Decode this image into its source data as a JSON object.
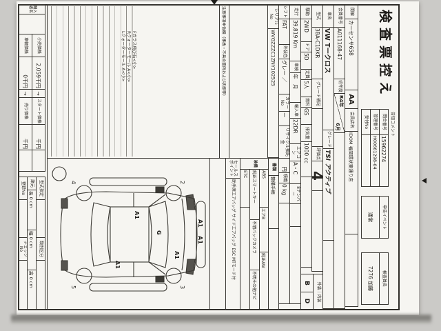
{
  "header": {
    "title": "検査票控え",
    "notice_label": "告知コメント",
    "inquiry_label": "問合番号",
    "inquiry_no": "15962274",
    "control_label": "管理番号",
    "control_no": "H00661298-04",
    "reception_label": "受付No",
    "reception_no": "",
    "event_label": "申告イベント",
    "event_value": "通常",
    "inspector_label": "検査員名",
    "inspector_value": "7276 加藤",
    "session_label": "開催",
    "session_value": "カーセンサ658",
    "aa": "AA",
    "member_store_label": "会員店名",
    "member_store": "IDOM 福岡環状東通り店"
  },
  "vehicle": {
    "member_no_label": "会員番号",
    "member_no": "A011168-47",
    "first_year_label": "初年度",
    "first_year_top": "R4年",
    "first_year_bottom": "6月",
    "name_label": "車名",
    "name": "VW Tークロス",
    "grade_label": "グレード",
    "grade": "TSI アクティブ",
    "model_label": "型式",
    "model": "3BA-C1DKR",
    "grade_note_label": "グレード補記",
    "grade_note": "",
    "score_label": "評価点",
    "score": "4",
    "ext_int_label": "外装｜内装",
    "exterior": "B",
    "interior": "D",
    "drive_label": "駆動",
    "drive": "2WD",
    "door_label": "ドア",
    "door": "5D",
    "capacity_label": "定員",
    "capacity": "5人",
    "fuel_label": "燃料",
    "fuel": "GS",
    "displacement_label": "排気量",
    "displacement": "1000 cc",
    "mileage_label": "走行",
    "mileage": "39,819 Km",
    "shaken_label": "車検",
    "shaken": "年　月",
    "import_label": "輸入車",
    "import_value": "22DR",
    "aircon_label": "エアコン",
    "aircon": "A・C",
    "number8_label": "8ナンバー",
    "number8": "",
    "shift_label": "シフト",
    "shift": "FAT",
    "color_label": "外装色",
    "color": "グレー ／",
    "colorno_label": "カラーNo",
    "colorno": "ー",
    "recycle_label": "リサイクル預託金",
    "recycle": "円",
    "load_label": "積載",
    "load": "0 kg",
    "serial_label": "シリアルNo",
    "serial": "WVGZZZC1ZNY102525"
  },
  "equipment": {
    "docs_label": "書類",
    "docs": "整備手帳",
    "equip_label": "装備",
    "items": [
      "ABS",
      "エアB",
      "純正AW",
      "純正スマートキー",
      "不明バックカメラ",
      "不明その他ナビ",
      "ETC"
    ],
    "sales_label": "セールスポイント",
    "sales_text": "助手席エアバッグ サイドエアバッグ ESC MTモード付"
  },
  "notes": {
    "header": "注意事項申告欄（事故・不具合箇所および状態等）",
    "comments": [
      "Fガラス飛び石<小>",
      "Rクォーターモール A<小>",
      "Lクォーターモール A<小>"
    ]
  },
  "diagram": {
    "marks": {
      "glass": "G",
      "hood": "A1",
      "left_door": "A1",
      "right_quarter": "A1",
      "bumper_left": "A1",
      "bumper_right": "A1"
    },
    "wheels": {
      "front_left": "2",
      "front_right": "3",
      "rear_left": "4",
      "rear_right": "5"
    }
  },
  "footer": {
    "buyer_label": "購入者名",
    "retail_label": "小売価格",
    "retail": "2,059千円",
    "vehicle_price_label": "車輌価格",
    "vehicle_price": "0千円",
    "arrow": "→",
    "start_label": "スタート価格",
    "start": "千円",
    "sell_label": "売り価格",
    "sell": "千円",
    "spec_label": "型式指定",
    "spec": "",
    "class_label": "類別区分",
    "class_value": "",
    "dim_label": "諸元",
    "length": "長 0 cm",
    "width": "幅 0 cm",
    "height": "高 0 cm",
    "regno_label": "登録No",
    "regno": "",
    "checkno_label": "チェックNo",
    "checkno": ""
  }
}
